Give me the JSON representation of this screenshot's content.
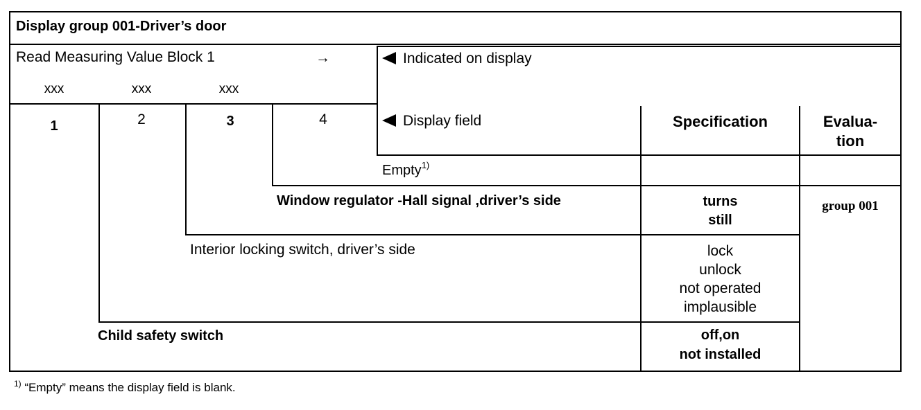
{
  "header": {
    "title": "Display group 001-Driver’s door"
  },
  "measuring": {
    "label": "Read Measuring Value Block 1",
    "arrow": "→",
    "placeholders": [
      "xxx",
      "xxx",
      "xxx"
    ]
  },
  "display": {
    "indicated_label": "Indicated on display",
    "field_label": "Display field"
  },
  "columns": {
    "numbers": [
      "1",
      "2",
      "3",
      "4"
    ],
    "specification": "Specification",
    "evaluation_line1": "Evalua-",
    "evaluation_line2": "tion"
  },
  "rows": {
    "empty": {
      "label": "Empty",
      "footnote_mark": "1)"
    },
    "hall": {
      "label": "Window regulator -Hall signal ,driver’s side",
      "spec": [
        "turns",
        "still"
      ],
      "evaluation": "group 001"
    },
    "locking": {
      "label": "Interior locking switch, driver’s side",
      "spec": [
        "lock",
        "unlock",
        "not operated",
        "implausible"
      ]
    },
    "child": {
      "label": "Child safety switch",
      "spec": [
        "off,on",
        "not installed"
      ]
    }
  },
  "footnote": {
    "mark": "1)",
    "text": " “Empty” means the display field is blank."
  }
}
